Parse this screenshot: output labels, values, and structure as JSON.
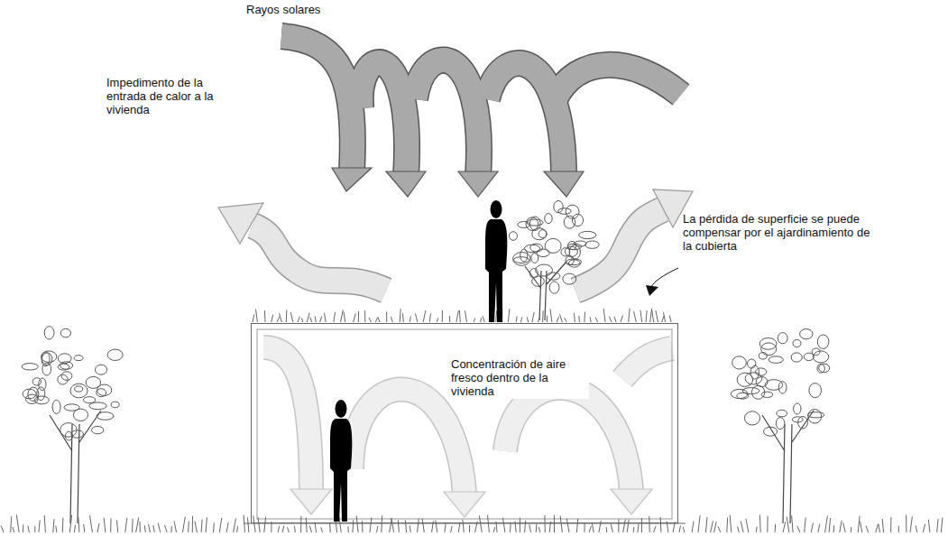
{
  "diagram": {
    "nodes": [
      {
        "text": [
          "Concentración de aire fresco dentro de la vivienda"
        ]
      }
    ],
    "labels": [
      "Rayos solares",
      "Impedimento de la entrada de calor a la vivienda",
      "La pérdida de superficie se puede compensar por el ajardinamiento de la cubierta"
    ]
  }
}
